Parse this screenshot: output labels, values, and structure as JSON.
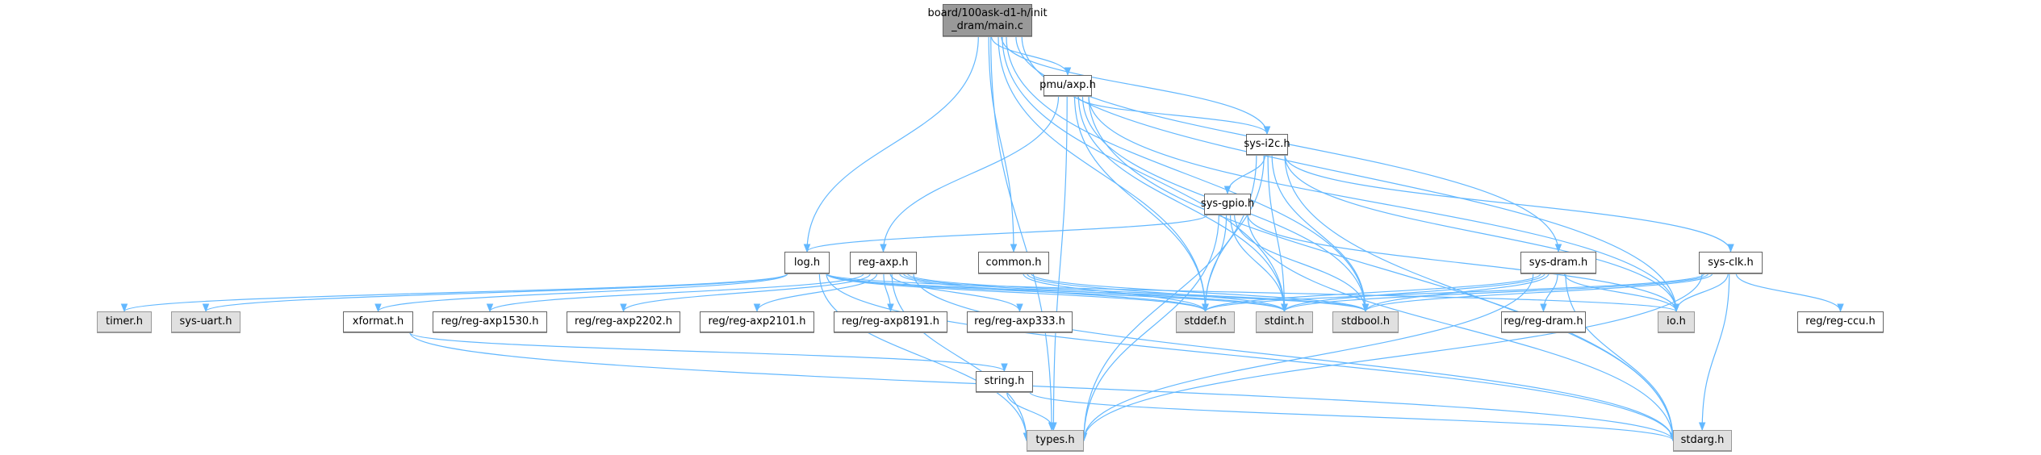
{
  "colors": {
    "edge": "#63b8ff",
    "root_fill": "#999999",
    "system_fill": "#e0e0e0",
    "node_fill": "#ffffff"
  },
  "nodes": [
    {
      "id": "main",
      "label": "board/100ask-d1-h/init\n_dram/main.c",
      "kind": "root"
    },
    {
      "id": "pmu",
      "label": "pmu/axp.h",
      "kind": "normal"
    },
    {
      "id": "i2c",
      "label": "sys-i2c.h",
      "kind": "normal"
    },
    {
      "id": "gpio",
      "label": "sys-gpio.h",
      "kind": "normal"
    },
    {
      "id": "log",
      "label": "log.h",
      "kind": "normal"
    },
    {
      "id": "regaxp",
      "label": "reg-axp.h",
      "kind": "normal"
    },
    {
      "id": "common",
      "label": "common.h",
      "kind": "normal"
    },
    {
      "id": "dram",
      "label": "sys-dram.h",
      "kind": "normal"
    },
    {
      "id": "clk",
      "label": "sys-clk.h",
      "kind": "normal"
    },
    {
      "id": "timer",
      "label": "timer.h",
      "kind": "system"
    },
    {
      "id": "uart",
      "label": "sys-uart.h",
      "kind": "system"
    },
    {
      "id": "xformat",
      "label": "xformat.h",
      "kind": "normal"
    },
    {
      "id": "a1530",
      "label": "reg/reg-axp1530.h",
      "kind": "normal"
    },
    {
      "id": "a2202",
      "label": "reg/reg-axp2202.h",
      "kind": "normal"
    },
    {
      "id": "a2101",
      "label": "reg/reg-axp2101.h",
      "kind": "normal"
    },
    {
      "id": "a8191",
      "label": "reg/reg-axp8191.h",
      "kind": "normal"
    },
    {
      "id": "a333",
      "label": "reg/reg-axp333.h",
      "kind": "normal"
    },
    {
      "id": "stddef",
      "label": "stddef.h",
      "kind": "system"
    },
    {
      "id": "stdint",
      "label": "stdint.h",
      "kind": "system"
    },
    {
      "id": "stdbool",
      "label": "stdbool.h",
      "kind": "system"
    },
    {
      "id": "regdram",
      "label": "reg/reg-dram.h",
      "kind": "normal"
    },
    {
      "id": "io",
      "label": "io.h",
      "kind": "system"
    },
    {
      "id": "regccu",
      "label": "reg/reg-ccu.h",
      "kind": "normal"
    },
    {
      "id": "string",
      "label": "string.h",
      "kind": "normal"
    },
    {
      "id": "types",
      "label": "types.h",
      "kind": "system"
    },
    {
      "id": "stdarg",
      "label": "stdarg.h",
      "kind": "system"
    }
  ],
  "edges": [
    [
      "main",
      "pmu"
    ],
    [
      "main",
      "log"
    ],
    [
      "main",
      "types"
    ],
    [
      "main",
      "common"
    ],
    [
      "main",
      "stddef"
    ],
    [
      "main",
      "stdint"
    ],
    [
      "main",
      "stdbool"
    ],
    [
      "main",
      "i2c"
    ],
    [
      "main",
      "dram"
    ],
    [
      "main",
      "io"
    ],
    [
      "pmu",
      "regaxp"
    ],
    [
      "pmu",
      "types"
    ],
    [
      "pmu",
      "stddef"
    ],
    [
      "pmu",
      "stdint"
    ],
    [
      "pmu",
      "stdbool"
    ],
    [
      "pmu",
      "i2c"
    ],
    [
      "pmu",
      "io"
    ],
    [
      "pmu",
      "stdarg"
    ],
    [
      "i2c",
      "gpio"
    ],
    [
      "i2c",
      "clk"
    ],
    [
      "i2c",
      "stddef"
    ],
    [
      "i2c",
      "stdint"
    ],
    [
      "i2c",
      "stdbool"
    ],
    [
      "i2c",
      "io"
    ],
    [
      "i2c",
      "types"
    ],
    [
      "i2c",
      "stdarg"
    ],
    [
      "gpio",
      "log"
    ],
    [
      "gpio",
      "stddef"
    ],
    [
      "gpio",
      "stdint"
    ],
    [
      "gpio",
      "stdbool"
    ],
    [
      "gpio",
      "io"
    ],
    [
      "gpio",
      "types"
    ],
    [
      "gpio",
      "stdarg"
    ],
    [
      "log",
      "timer"
    ],
    [
      "log",
      "uart"
    ],
    [
      "log",
      "xformat"
    ],
    [
      "log",
      "types"
    ],
    [
      "log",
      "stddef"
    ],
    [
      "log",
      "stdint"
    ],
    [
      "log",
      "stdbool"
    ],
    [
      "log",
      "io"
    ],
    [
      "log",
      "stdarg"
    ],
    [
      "regaxp",
      "a1530"
    ],
    [
      "regaxp",
      "a2202"
    ],
    [
      "regaxp",
      "a2101"
    ],
    [
      "regaxp",
      "a8191"
    ],
    [
      "regaxp",
      "a333"
    ],
    [
      "regaxp",
      "stddef"
    ],
    [
      "regaxp",
      "stdint"
    ],
    [
      "regaxp",
      "stdbool"
    ],
    [
      "regaxp",
      "types"
    ],
    [
      "regaxp",
      "stdarg"
    ],
    [
      "common",
      "stddef"
    ],
    [
      "common",
      "stdint"
    ],
    [
      "common",
      "stdbool"
    ],
    [
      "xformat",
      "string"
    ],
    [
      "xformat",
      "stdarg"
    ],
    [
      "string",
      "types"
    ],
    [
      "string",
      "stdarg"
    ],
    [
      "dram",
      "regdram"
    ],
    [
      "dram",
      "io"
    ],
    [
      "dram",
      "stddef"
    ],
    [
      "dram",
      "stdint"
    ],
    [
      "dram",
      "stdbool"
    ],
    [
      "dram",
      "types"
    ],
    [
      "dram",
      "stdarg"
    ],
    [
      "clk",
      "regccu"
    ],
    [
      "clk",
      "io"
    ],
    [
      "clk",
      "stddef"
    ],
    [
      "clk",
      "stdint"
    ],
    [
      "clk",
      "stdbool"
    ],
    [
      "clk",
      "types"
    ],
    [
      "clk",
      "stdarg"
    ]
  ]
}
